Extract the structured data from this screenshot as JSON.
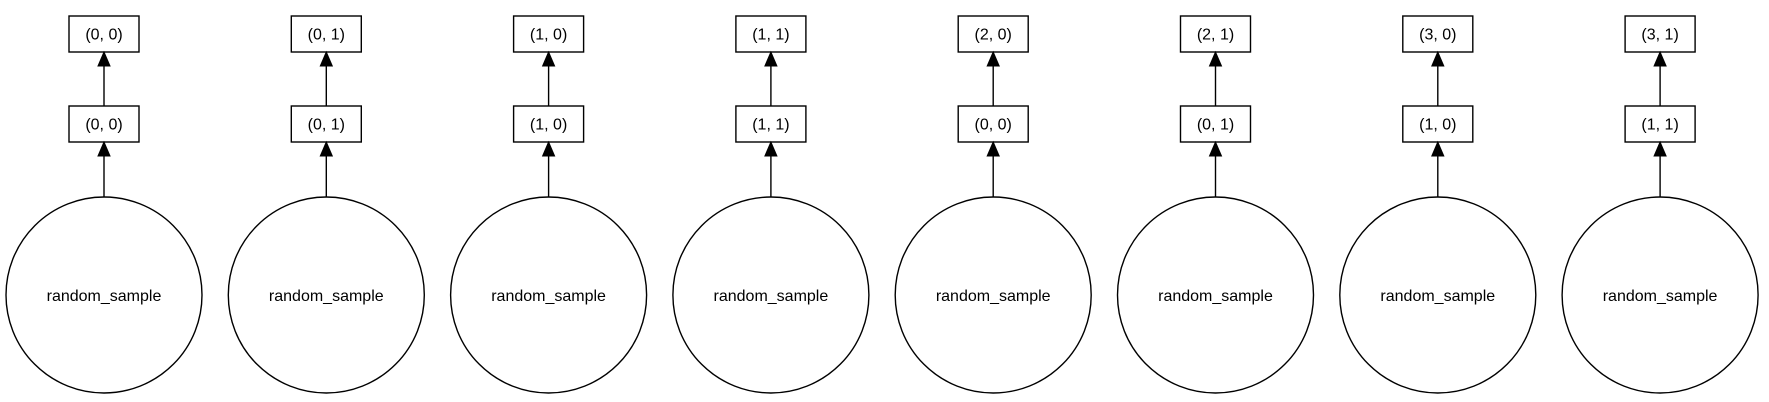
{
  "diagram": {
    "columns": [
      {
        "top": "(0, 0)",
        "middle": "(0, 0)",
        "task": "random_sample"
      },
      {
        "top": "(0, 1)",
        "middle": "(0, 1)",
        "task": "random_sample"
      },
      {
        "top": "(1, 0)",
        "middle": "(1, 0)",
        "task": "random_sample"
      },
      {
        "top": "(1, 1)",
        "middle": "(1, 1)",
        "task": "random_sample"
      },
      {
        "top": "(2, 0)",
        "middle": "(0, 0)",
        "task": "random_sample"
      },
      {
        "top": "(2, 1)",
        "middle": "(0, 1)",
        "task": "random_sample"
      },
      {
        "top": "(3, 0)",
        "middle": "(1, 0)",
        "task": "random_sample"
      },
      {
        "top": "(3, 1)",
        "middle": "(1, 1)",
        "task": "random_sample"
      }
    ],
    "colors": {
      "stroke": "#000000",
      "fill": "#ffffff",
      "text": "#000000"
    }
  }
}
